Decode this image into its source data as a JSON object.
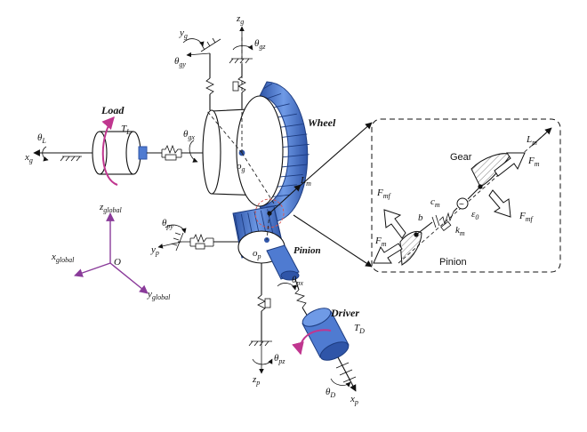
{
  "colors": {
    "gear_blue": "#4f7bd1",
    "gear_blue_dark": "#2f55a8",
    "torque_magenta": "#c0368f",
    "axis_purple": "#8a3b9a",
    "mesh_dash_red": "#d9534f"
  },
  "labels": {
    "load": "Load",
    "wheel": "Wheel",
    "pinion": "Pinion",
    "driver": "Driver",
    "gear_inset": "Gear",
    "pinion_inset": "Pinion"
  },
  "symbols": {
    "theta_L": {
      "base": "θ",
      "sub": "L"
    },
    "x_g": {
      "base": "x",
      "sub": "g"
    },
    "T_L": {
      "base": "T",
      "sub": "L"
    },
    "theta_gx": {
      "base": "θ",
      "sub": "gx"
    },
    "y_g": {
      "base": "y",
      "sub": "g"
    },
    "theta_gy": {
      "base": "θ",
      "sub": "gy"
    },
    "z_g": {
      "base": "z",
      "sub": "g"
    },
    "theta_gz": {
      "base": "θ",
      "sub": "gz"
    },
    "o_g": {
      "base": "o",
      "sub": "g"
    },
    "L_m": {
      "base": "L",
      "sub": "m"
    },
    "theta_py": {
      "base": "θ",
      "sub": "py"
    },
    "y_p": {
      "base": "y",
      "sub": "p"
    },
    "o_p": {
      "base": "o",
      "sub": "p"
    },
    "theta_px": {
      "base": "θ",
      "sub": "px"
    },
    "z_p": {
      "base": "z",
      "sub": "p"
    },
    "theta_pz": {
      "base": "θ",
      "sub": "pz"
    },
    "T_D": {
      "base": "T",
      "sub": "D"
    },
    "theta_D": {
      "base": "θ",
      "sub": "D"
    },
    "x_p": {
      "base": "x",
      "sub": "p"
    },
    "z_global": {
      "base": "z",
      "sub": "global"
    },
    "x_global": {
      "base": "x",
      "sub": "global"
    },
    "y_global": {
      "base": "y",
      "sub": "global"
    },
    "origin": "O"
  },
  "inset_symbols": {
    "L_m": {
      "base": "L",
      "sub": "m"
    },
    "F_m_gear": {
      "base": "F",
      "sub": "m"
    },
    "F_mf_gear": {
      "base": "F",
      "sub": "mf"
    },
    "F_mf_pinion": {
      "base": "F",
      "sub": "mf"
    },
    "F_m_pinion": {
      "base": "F",
      "sub": "m"
    },
    "c_m": {
      "base": "c",
      "sub": "m"
    },
    "k_m": {
      "base": "k",
      "sub": "m"
    },
    "b": "b",
    "e_0": {
      "base": "ε",
      "sub": "0"
    },
    "source": "~"
  }
}
